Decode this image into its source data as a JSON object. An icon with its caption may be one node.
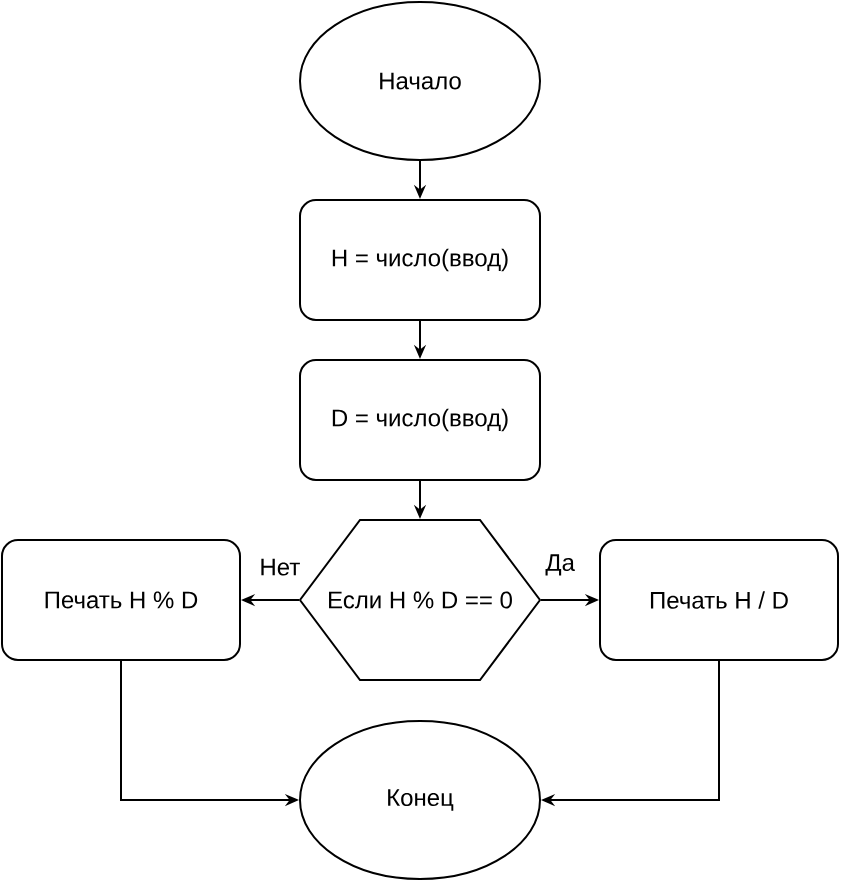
{
  "diagram": {
    "nodes": [
      {
        "text": [
          "Начало"
        ]
      },
      {
        "text": [
          "H = число(ввод)"
        ]
      },
      {
        "text": [
          "D = число(ввод)"
        ]
      },
      {
        "text": [
          "Печать H % D"
        ]
      },
      {
        "text": [
          "Если H % D == 0"
        ]
      },
      {
        "text": [
          "Печать H / D"
        ]
      },
      {
        "text": [
          "Конец"
        ]
      }
    ],
    "edges": [
      {
        "from": 0,
        "to": 1,
        "arrow": "to"
      },
      {
        "from": 1,
        "to": 2,
        "arrow": "to"
      },
      {
        "from": 2,
        "to": 4,
        "arrow": "to"
      },
      {
        "from": 4,
        "to": 3,
        "arrow": "to",
        "label": "Нет"
      },
      {
        "from": 4,
        "to": 5,
        "arrow": "to",
        "label": "Да"
      },
      {
        "from": 3,
        "to": 6,
        "arrow": "to"
      },
      {
        "from": 5,
        "to": 6,
        "arrow": "to"
      }
    ]
  }
}
